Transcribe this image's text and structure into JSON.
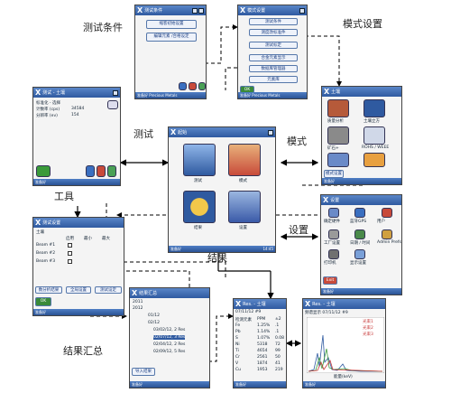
{
  "labels": {
    "test_conditions": "测试条件",
    "mode_settings": "模式设置",
    "test": "测试",
    "mode": "模式",
    "tool": "工具",
    "results": "结果",
    "settings": "设置",
    "results_summary": "结果汇总"
  },
  "main_screen": {
    "title": "起始",
    "tiles": [
      "测试",
      "模式",
      "结果",
      "设置"
    ],
    "status": "准备好",
    "time": "14:45"
  },
  "test_conditions_screen": {
    "title": "测试条件",
    "buttons": [
      "缩客初始设置",
      "编辑元素 /合格设定"
    ],
    "status": "准备好 Precious Metals"
  },
  "mode_settings_screen": {
    "title": "模式设置",
    "buttons": [
      "测试条件",
      "测度改标准件",
      "测试标定",
      "合金元素显示",
      "数据库管理器",
      "元素库"
    ],
    "ok": "OK",
    "status": "准备好 Precious Metals"
  },
  "test_screen": {
    "title": "测试 - 土壤",
    "lines": [
      "标准化 - 选择",
      "计数率 (cps)",
      "分辨率 (ev)"
    ],
    "values": [
      "",
      "34584",
      "154"
    ],
    "status": "准备好"
  },
  "mode_screen": {
    "title": "土壤",
    "tiles": [
      "质量分析",
      "土壤立方",
      "矿石+",
      "ROHS / WEEE",
      "",
      ""
    ],
    "button": "模式设置",
    "status": "准备好"
  },
  "tool_screen": {
    "title": "测试设置",
    "mode": "土壤",
    "headers": [
      "启用",
      "最小",
      "最大"
    ],
    "rows": [
      "Beam #1",
      "Beam #2",
      "Beam #3"
    ],
    "ok": "OK",
    "buttons": [
      "数分析结果",
      "全局设置",
      "测试设定"
    ],
    "status": "准备好"
  },
  "settings_screen": {
    "title": "设置",
    "items": [
      "确定硬件",
      "蓝牙GPS",
      "用户",
      "工厂设置",
      "日期 / 时间",
      "Admin Prefs",
      "打印机",
      "显示设置"
    ],
    "exit": "Exit",
    "status": "准备好"
  },
  "summary_screen": {
    "title": "结果汇总",
    "years": [
      "2011",
      "2012"
    ],
    "rows": [
      "01/12",
      "02/12",
      "03/02/12, 2 Res",
      "02/07/12, 3 Res",
      "02/04/12, 2 Res",
      "02/09/12, 5 Res"
    ],
    "button": "导入结果",
    "status": "准备好"
  },
  "results_screen": {
    "title": "Res. - 土壤",
    "header": "07/11/12 #9",
    "cols": [
      "检测元素",
      "PPM",
      "±2"
    ],
    "rows": [
      [
        "Fe",
        "1.25%",
        ".1"
      ],
      [
        "Pb",
        "1.14%",
        ".1"
      ],
      [
        "S",
        "1.07%",
        "0.08"
      ],
      [
        "Ni",
        "5318",
        "72"
      ],
      [
        "Ti",
        "4654",
        "99"
      ],
      [
        "Cr",
        "2561",
        "50"
      ],
      [
        "V",
        "1874",
        "41"
      ],
      [
        "Cu",
        "1953",
        "219"
      ]
    ],
    "status": "准备好"
  },
  "spectrum_screen": {
    "title": "Res. - 土壤",
    "header": "频谱显示 07/11/12 #9",
    "legend": [
      "光束1",
      "光束2",
      "光束3"
    ],
    "xlabel": "能量(keV)",
    "status": "准备好"
  },
  "colors": {
    "titlebar": "#2f5aa0",
    "accent": "#1a3d80"
  }
}
